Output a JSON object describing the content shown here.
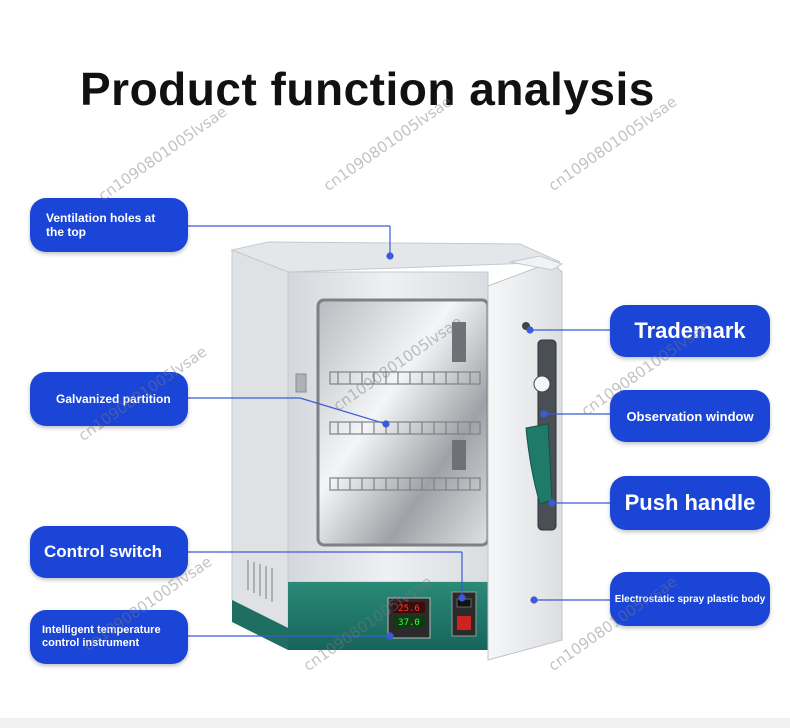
{
  "title": "Product function analysis",
  "labels": {
    "ventilation": "Ventilation holes at the top",
    "partition": "Galvanized partition",
    "control_switch": "Control switch",
    "temp_instrument": "Intelligent temperature control instrument",
    "trademark": "Trademark",
    "observation": "Observation window",
    "push_handle": "Push handle",
    "spray_body": "Electrostatic spray plastic body"
  },
  "panel": {
    "display_top": "25.6",
    "display_bottom": "37.0"
  },
  "watermark": "cn1090801005lvsae",
  "colors": {
    "accent": "#1a45d6",
    "base": "#1f7a6a",
    "cabinet": "#e9ecef"
  }
}
